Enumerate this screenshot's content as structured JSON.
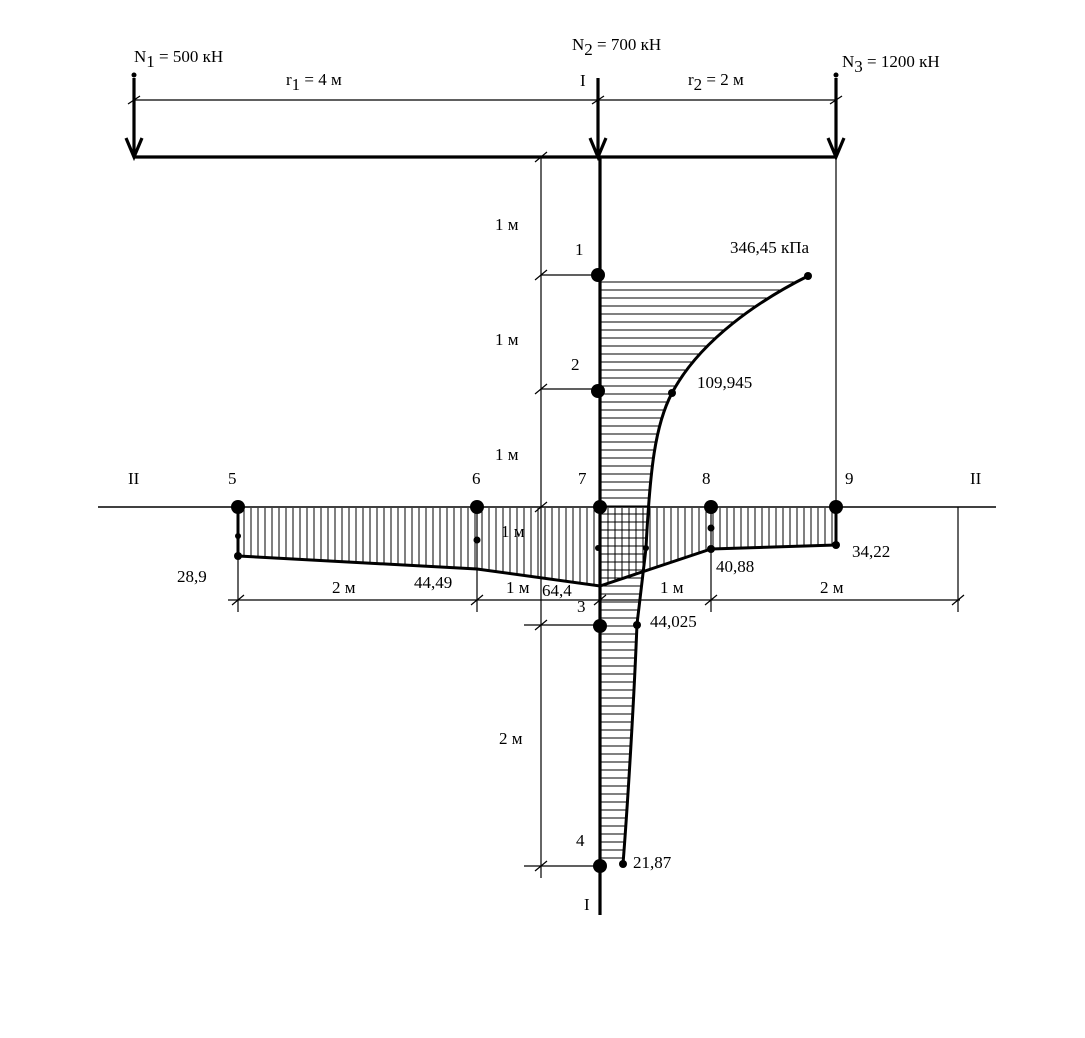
{
  "loads": {
    "n1": {
      "symbol": "N",
      "index": "1",
      "value": " = 500 кН"
    },
    "n2": {
      "symbol": "N",
      "index": "2",
      "value": " = 700 кН"
    },
    "n3": {
      "symbol": "N",
      "index": "3",
      "value": " = 1200 кН"
    }
  },
  "distances": {
    "r1": {
      "symbol": "r",
      "index": "1",
      "value": " =  4 м"
    },
    "r2": {
      "symbol": "r",
      "index": "2",
      "value": " = 2 м"
    }
  },
  "sections": {
    "vertical": "I",
    "horizontal": "II"
  },
  "points": [
    "1",
    "2",
    "3",
    "4",
    "5",
    "6",
    "7",
    "8",
    "9"
  ],
  "depth_dims": {
    "d1": "1 м",
    "d2": "1 м",
    "d3": "1 м",
    "d4": "1 м",
    "d5": "2 м"
  },
  "horizontal_dims": {
    "h1": "2 м",
    "h2": "1 м",
    "h3": "1 м",
    "h4": "2 м"
  },
  "stress_values": {
    "p1": "346,45 кПа",
    "p2": "109,945",
    "p3": "44,025",
    "p4": "21,87",
    "p5": "28,9",
    "p6": "44,49",
    "p7": "64,4",
    "p8": "40,88",
    "p9": "34,22"
  }
}
